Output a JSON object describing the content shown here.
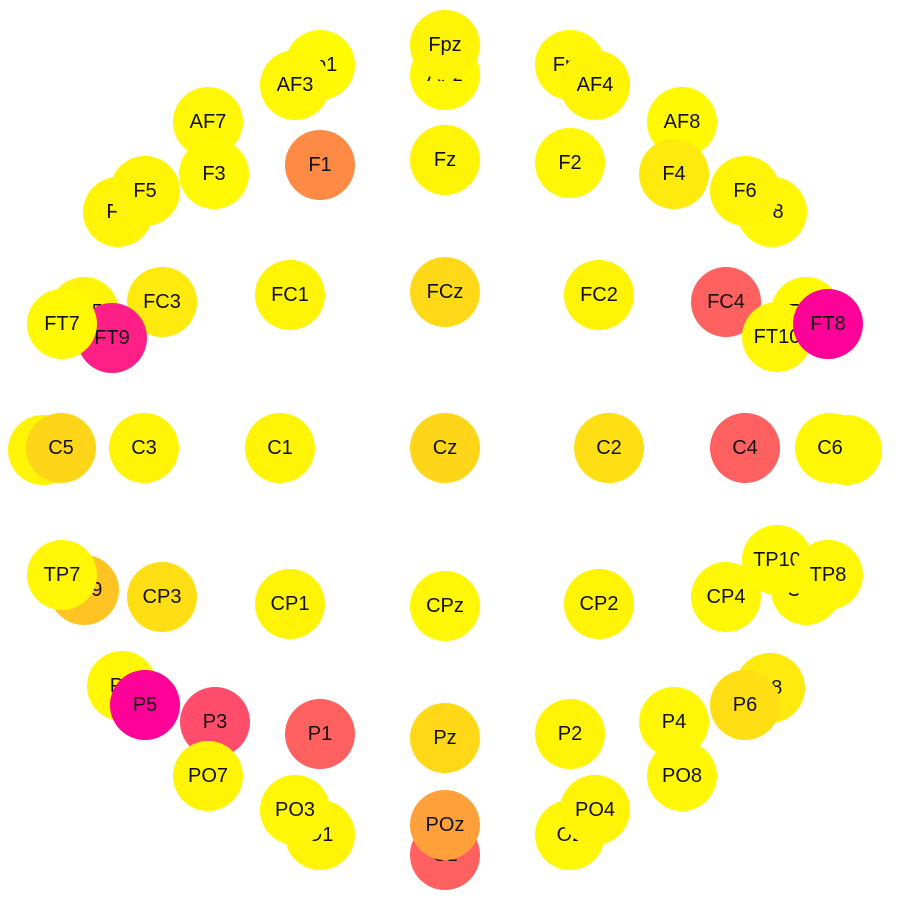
{
  "electrodes": [
    {
      "label": "Fp1",
      "value": 0.02
    },
    {
      "label": "AF3",
      "value": 0.04
    },
    {
      "label": "AFz",
      "value": 0.03
    },
    {
      "label": "Fpz",
      "value": 0.05
    },
    {
      "label": "Fp2",
      "value": 0.04
    },
    {
      "label": "AF4",
      "value": 0.05
    },
    {
      "label": "AF7",
      "value": 0.04
    },
    {
      "label": "AF8",
      "value": 0.03
    },
    {
      "label": "F1",
      "value": 0.55
    },
    {
      "label": "Fz",
      "value": 0.05
    },
    {
      "label": "F2",
      "value": 0.04
    },
    {
      "label": "F3",
      "value": 0.03
    },
    {
      "label": "F4",
      "value": 0.1
    },
    {
      "label": "F7",
      "value": 0.05
    },
    {
      "label": "F5",
      "value": 0.05
    },
    {
      "label": "F8",
      "value": 0.04
    },
    {
      "label": "F6",
      "value": 0.05
    },
    {
      "label": "FC1",
      "value": 0.05
    },
    {
      "label": "FCz",
      "value": 0.18
    },
    {
      "label": "FC2",
      "value": 0.05
    },
    {
      "label": "FC3",
      "value": 0.1
    },
    {
      "label": "FC4",
      "value": 0.75
    },
    {
      "label": "FT9",
      "value": 0.92
    },
    {
      "label": "FC5",
      "value": 0.05
    },
    {
      "label": "FT7",
      "value": 0.03
    },
    {
      "label": "FC6",
      "value": 0.03
    },
    {
      "label": "FT10",
      "value": 0.04
    },
    {
      "label": "FT8",
      "value": 1.0
    },
    {
      "label": "T7",
      "value": 0.05
    },
    {
      "label": "C5",
      "value": 0.2
    },
    {
      "label": "C3",
      "value": 0.05
    },
    {
      "label": "C1",
      "value": 0.05
    },
    {
      "label": "Cz",
      "value": 0.2
    },
    {
      "label": "C2",
      "value": 0.15
    },
    {
      "label": "C4",
      "value": 0.75
    },
    {
      "label": "T8",
      "value": 0.04
    },
    {
      "label": "C6",
      "value": 0.04
    },
    {
      "label": "TP9",
      "value": 0.28
    },
    {
      "label": "TP7",
      "value": 0.04
    },
    {
      "label": "CP3",
      "value": 0.15
    },
    {
      "label": "CP1",
      "value": 0.05
    },
    {
      "label": "CPz",
      "value": 0.04
    },
    {
      "label": "CP2",
      "value": 0.05
    },
    {
      "label": "CP4",
      "value": 0.04
    },
    {
      "label": "CP6",
      "value": 0.04
    },
    {
      "label": "TP10",
      "value": 0.03
    },
    {
      "label": "TP8",
      "value": 0.04
    },
    {
      "label": "P7",
      "value": 0.04
    },
    {
      "label": "P5",
      "value": 1.0
    },
    {
      "label": "P3",
      "value": 0.8
    },
    {
      "label": "P1",
      "value": 0.75
    },
    {
      "label": "Pz",
      "value": 0.18
    },
    {
      "label": "P2",
      "value": 0.05
    },
    {
      "label": "P4",
      "value": 0.04
    },
    {
      "label": "P8",
      "value": 0.1
    },
    {
      "label": "P6",
      "value": 0.15
    },
    {
      "label": "PO7",
      "value": 0.05
    },
    {
      "label": "PO8",
      "value": 0.04
    },
    {
      "label": "O1",
      "value": 0.05
    },
    {
      "label": "PO3",
      "value": 0.04
    },
    {
      "label": "Oz",
      "value": 0.75
    },
    {
      "label": "POz",
      "value": 0.45
    },
    {
      "label": "O2",
      "value": 0.04
    },
    {
      "label": "PO4",
      "value": 0.05
    }
  ],
  "colors": {
    "low": "#ffff00",
    "mid": "#ff6060",
    "high": "#ff0099"
  }
}
